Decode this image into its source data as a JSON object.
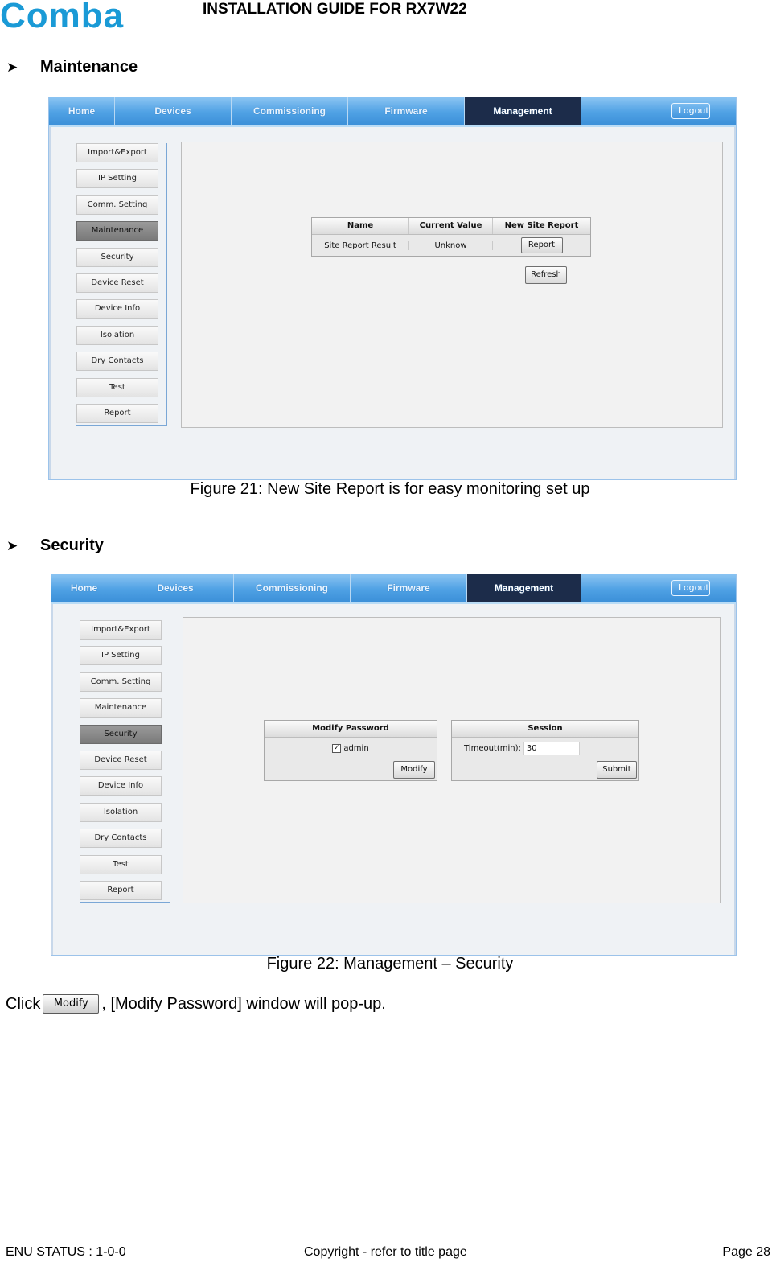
{
  "header": {
    "logo_text": "Comba",
    "doc_title": "INSTALLATION GUIDE FOR RX7W22",
    "brand_color": "#1a9ad6"
  },
  "section1": {
    "bullet_icon": "arrow-bullet-icon",
    "heading": "Maintenance",
    "caption": "Figure 21: New Site Report is for easy monitoring set up"
  },
  "section2": {
    "bullet_icon": "arrow-bullet-icon",
    "heading": "Security",
    "caption": "Figure 22: Management – Security"
  },
  "nav": {
    "tabs": [
      "Home",
      "Devices",
      "Commissioning",
      "Firmware",
      "Management"
    ],
    "active": "Management",
    "logout": "Logout"
  },
  "menu": {
    "items": [
      "Import&Export",
      "IP Setting",
      "Comm. Setting",
      "Maintenance",
      "Security",
      "Device Reset",
      "Device Info",
      "Isolation",
      "Dry Contacts",
      "Test",
      "Report"
    ]
  },
  "maintenance_table": {
    "headers": [
      "Name",
      "Current Value",
      "New Site Report"
    ],
    "row": {
      "name": "Site Report Result",
      "value": "Unknow",
      "button": "Report"
    },
    "refresh": "Refresh"
  },
  "password_panel": {
    "title": "Modify Password",
    "checkbox_label": "admin",
    "checked": true,
    "button": "Modify"
  },
  "session_panel": {
    "title": "Session",
    "field_label": "Timeout(min):",
    "field_value": "30",
    "button": "Submit"
  },
  "body_text": {
    "prefix": "Click",
    "button_label": "Modify",
    "suffix": ", [Modify Password] window will pop-up."
  },
  "footer": {
    "left": "ENU STATUS : 1-0-0",
    "center": "Copyright - refer to title page",
    "right": "Page 28"
  }
}
